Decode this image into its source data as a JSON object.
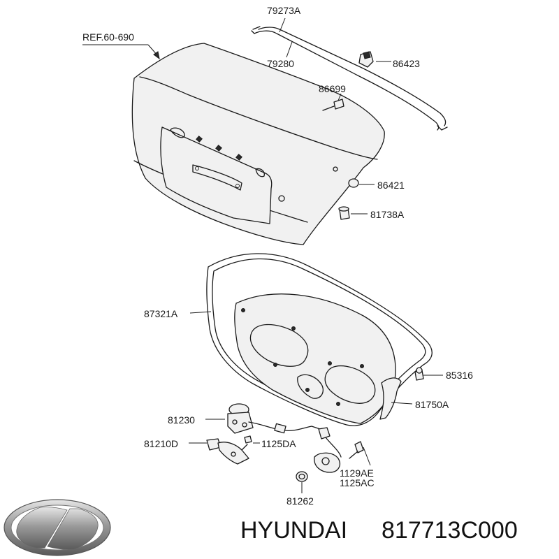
{
  "diagram": {
    "labels": {
      "ref": "REF.60-690",
      "p79273A": "79273A",
      "p79280": "79280",
      "p86423": "86423",
      "p86699": "86699",
      "p86421": "86421",
      "p81738A": "81738A",
      "p87321A": "87321A",
      "p85316": "85316",
      "p81750A": "81750A",
      "p81230": "81230",
      "p81210D": "81210D",
      "p1125DA": "1125DA",
      "p1129AE": "1129AE",
      "p1125AC": "1125AC",
      "p81262": "81262"
    }
  },
  "footer": {
    "brand": "HYUNDAI",
    "part_number": "817713C000",
    "logo_icon": "hyundai-logo-icon"
  }
}
